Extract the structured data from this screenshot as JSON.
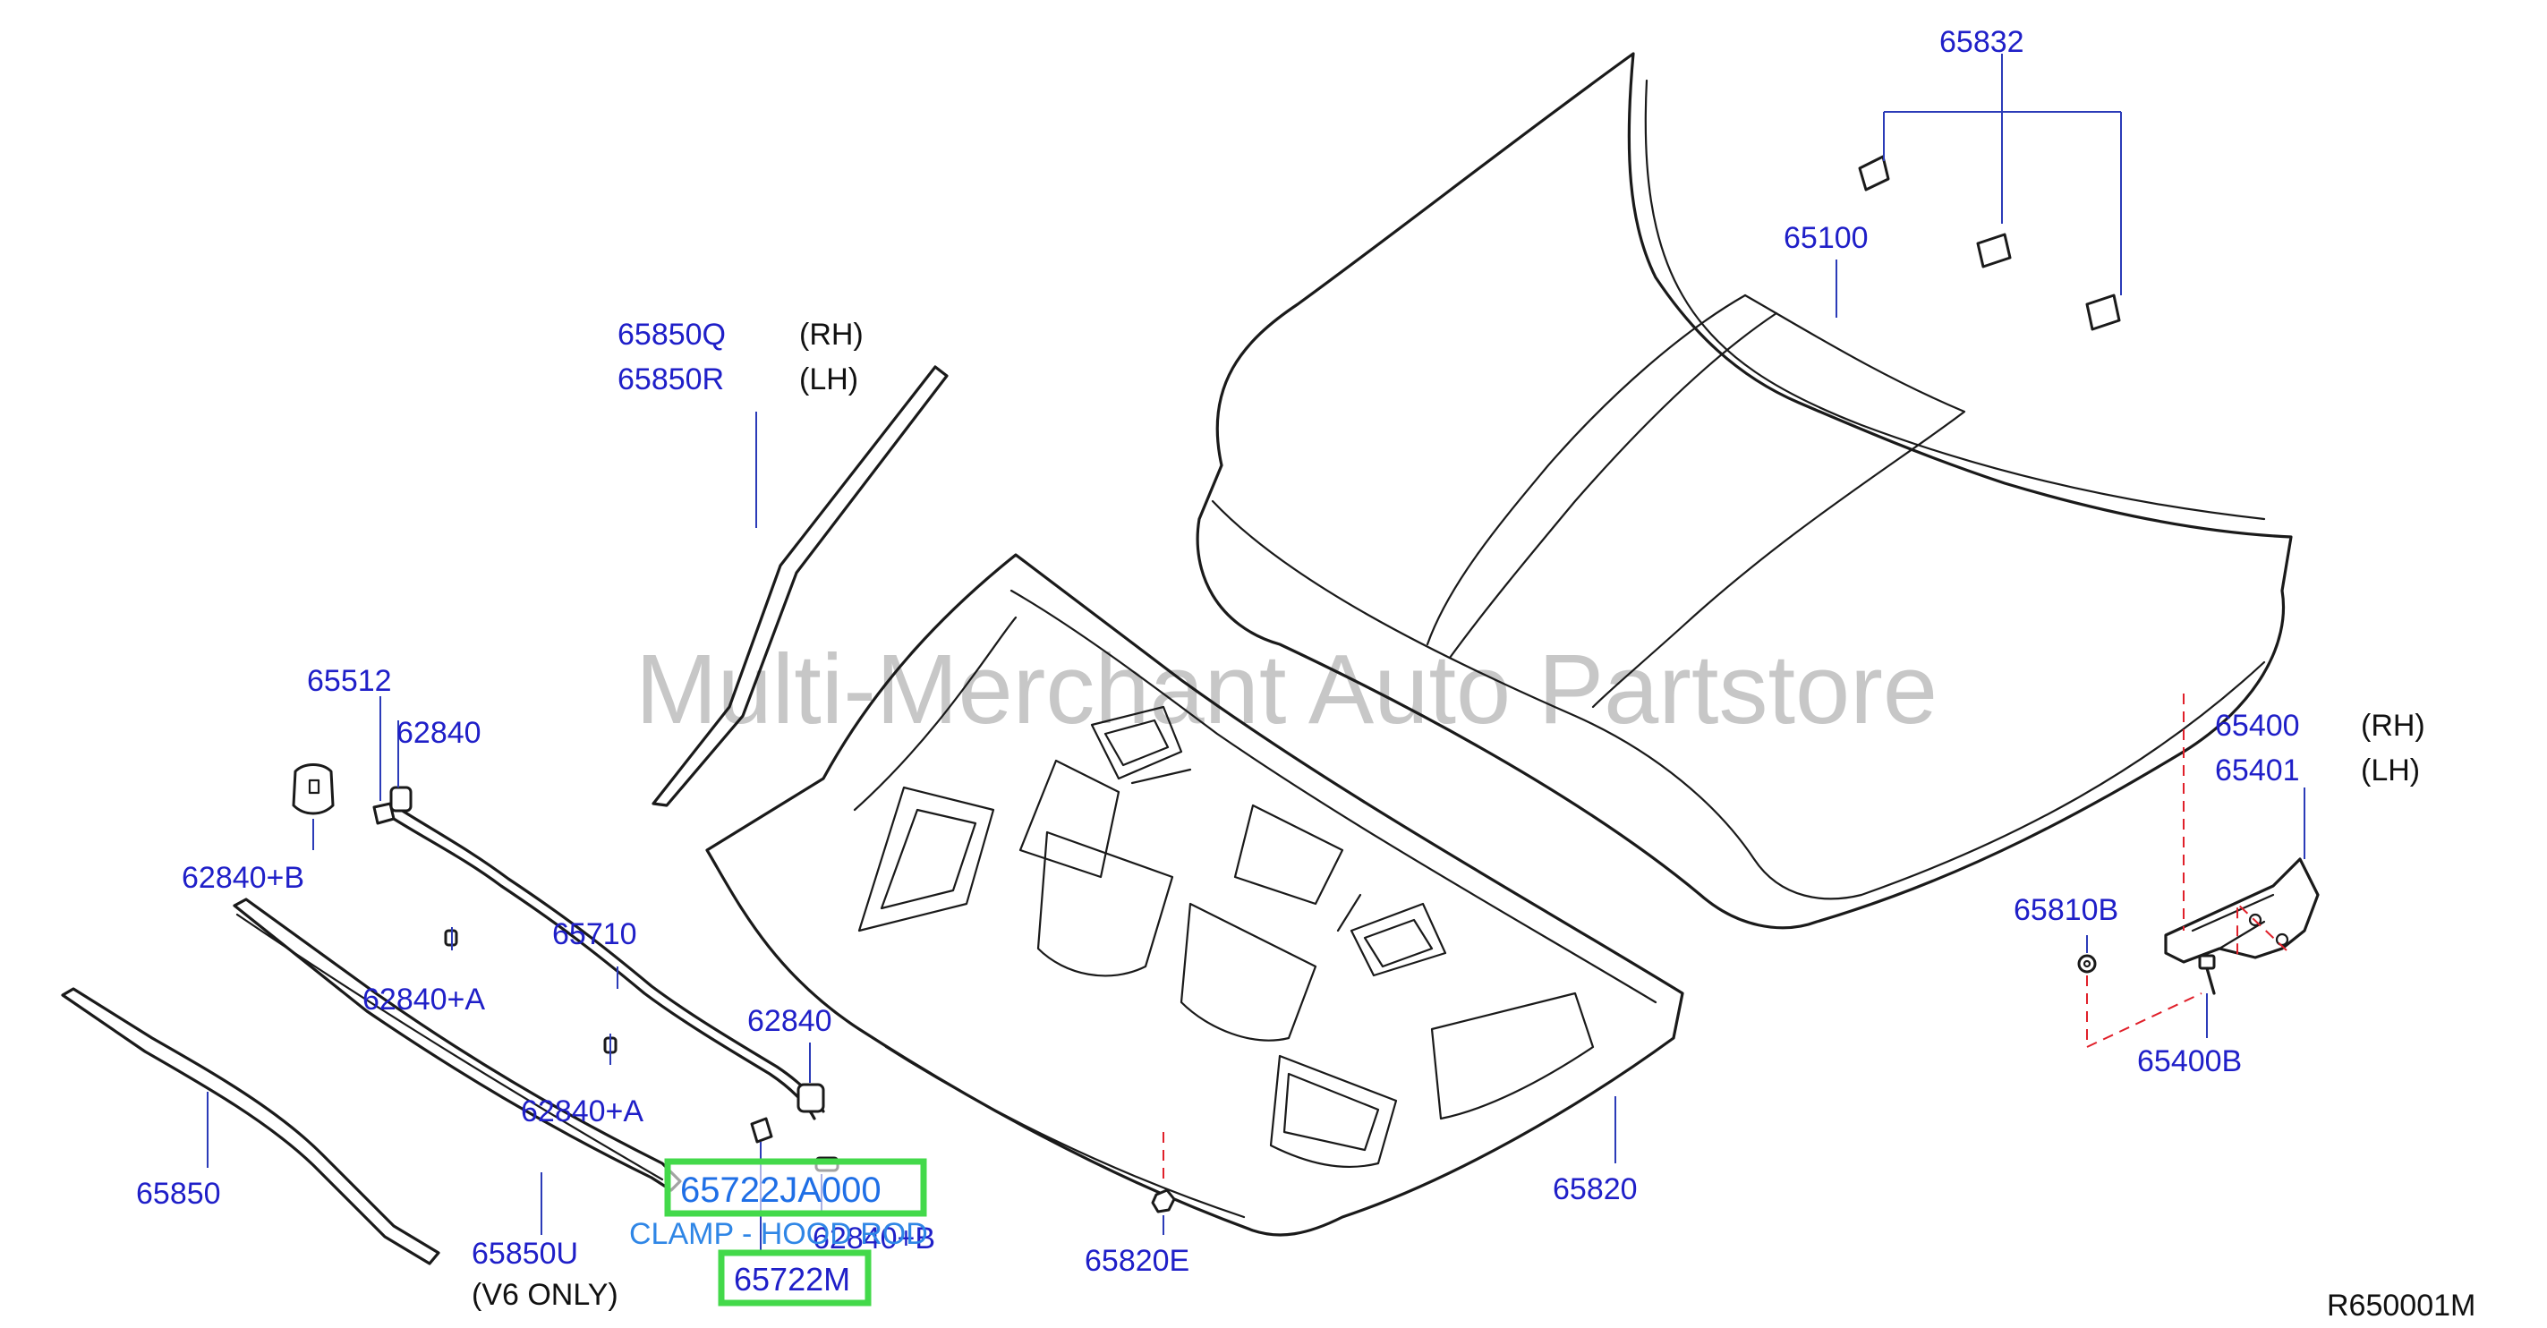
{
  "watermark": "Multi-Merchant Auto Partstore",
  "diagram_code": "R650001M",
  "colors": {
    "label": "#1f1fc8",
    "highlight_box": "#43d94a",
    "dashed_leader": "#e0202a",
    "description": "#2f86e6"
  },
  "labels": {
    "p65832": "65832",
    "p65100": "65100",
    "p65850q": "65850Q",
    "p65850q_side": "(RH)",
    "p65850r": "65850R",
    "p65850r_side": "(LH)",
    "p65512": "65512",
    "p62840_top": "62840",
    "p62840b_left": "62840+B",
    "p65710": "65710",
    "p62840a_1": "62840+A",
    "p62840a_2": "62840+A",
    "p62840_mid": "62840",
    "p65850": "65850",
    "p65850u": "65850U",
    "p65850u_note": "(V6   ONLY)",
    "p62840b_bottom": "62840+B",
    "p65820": "65820",
    "p65820e": "65820E",
    "p65400": "65400",
    "p65400_side": "(RH)",
    "p65401": "65401",
    "p65401_side": "(LH)",
    "p65810b": "65810B",
    "p65400b": "65400B"
  },
  "highlighted_parts": [
    {
      "part_number": "65722JA000",
      "description": "CLAMP - HOOD ROD"
    },
    {
      "part_number": "65722M"
    }
  ]
}
